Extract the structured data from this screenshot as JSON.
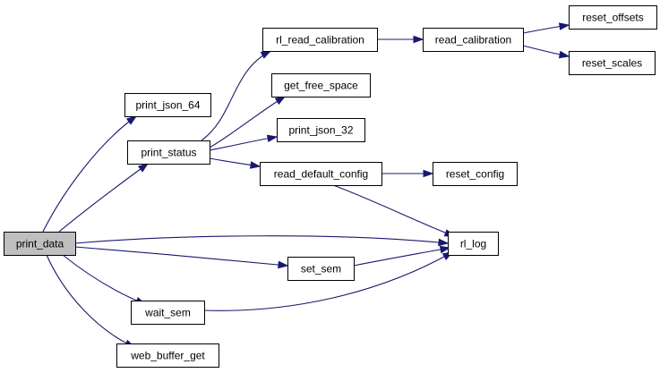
{
  "graph": {
    "colors": {
      "edge": "#191970",
      "node_fill": "#ffffff",
      "node_stroke": "#000000",
      "root_fill": "#bfbfbf",
      "label": "#000000"
    },
    "nodes": [
      {
        "id": "print_data",
        "label": "print_data",
        "root": true
      },
      {
        "id": "print_json_64",
        "label": "print_json_64"
      },
      {
        "id": "print_status",
        "label": "print_status"
      },
      {
        "id": "rl_log",
        "label": "rl_log"
      },
      {
        "id": "set_sem",
        "label": "set_sem"
      },
      {
        "id": "wait_sem",
        "label": "wait_sem"
      },
      {
        "id": "web_buffer_get",
        "label": "web_buffer_get"
      },
      {
        "id": "rl_read_calibration",
        "label": "rl_read_calibration"
      },
      {
        "id": "get_free_space",
        "label": "get_free_space"
      },
      {
        "id": "print_json_32",
        "label": "print_json_32"
      },
      {
        "id": "read_default_config",
        "label": "read_default_config"
      },
      {
        "id": "read_calibration",
        "label": "read_calibration"
      },
      {
        "id": "reset_config",
        "label": "reset_config"
      },
      {
        "id": "reset_offsets",
        "label": "reset_offsets"
      },
      {
        "id": "reset_scales",
        "label": "reset_scales"
      }
    ],
    "edges": [
      {
        "from": "print_data",
        "to": "print_json_64"
      },
      {
        "from": "print_data",
        "to": "print_status"
      },
      {
        "from": "print_data",
        "to": "rl_log"
      },
      {
        "from": "print_data",
        "to": "set_sem"
      },
      {
        "from": "print_data",
        "to": "wait_sem"
      },
      {
        "from": "print_data",
        "to": "web_buffer_get"
      },
      {
        "from": "print_status",
        "to": "rl_read_calibration"
      },
      {
        "from": "print_status",
        "to": "get_free_space"
      },
      {
        "from": "print_status",
        "to": "print_json_32"
      },
      {
        "from": "print_status",
        "to": "read_default_config"
      },
      {
        "from": "rl_read_calibration",
        "to": "read_calibration"
      },
      {
        "from": "read_calibration",
        "to": "reset_offsets"
      },
      {
        "from": "read_calibration",
        "to": "reset_scales"
      },
      {
        "from": "read_default_config",
        "to": "reset_config"
      },
      {
        "from": "read_default_config",
        "to": "rl_log"
      },
      {
        "from": "set_sem",
        "to": "rl_log"
      },
      {
        "from": "wait_sem",
        "to": "rl_log"
      }
    ]
  }
}
